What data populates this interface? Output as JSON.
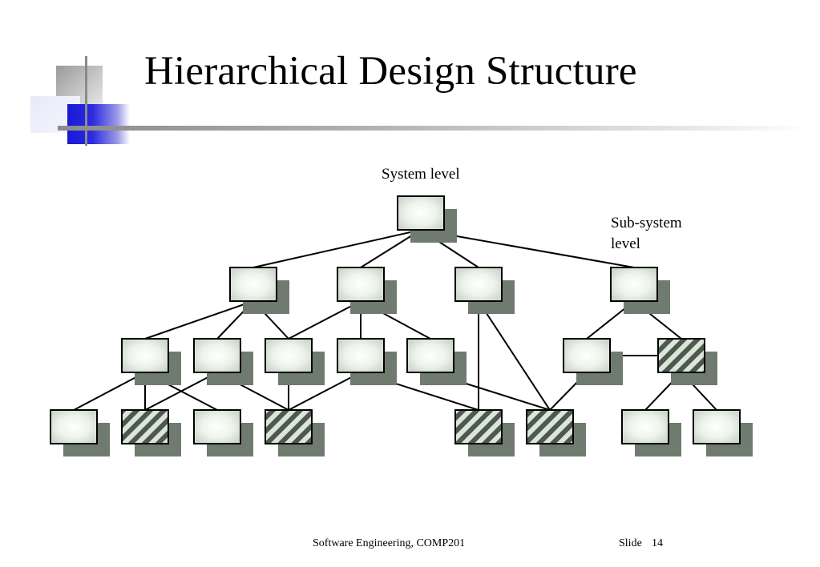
{
  "slide": {
    "title": "Hierarchical Design Structure"
  },
  "diagram": {
    "system_label": "System level",
    "subsystem_label_line1": "Sub-system",
    "subsystem_label_line2": "level",
    "box_fill_types": {
      "plain": "gradient-white",
      "hatched": "diagonal-stripes"
    },
    "levels": [
      {
        "name": "level-0",
        "boxes": [
          {
            "type": "plain"
          }
        ]
      },
      {
        "name": "level-1",
        "boxes": [
          {
            "type": "plain"
          },
          {
            "type": "plain"
          },
          {
            "type": "plain"
          },
          {
            "type": "plain"
          }
        ]
      },
      {
        "name": "level-2",
        "boxes": [
          {
            "type": "plain"
          },
          {
            "type": "plain"
          },
          {
            "type": "plain"
          },
          {
            "type": "plain"
          },
          {
            "type": "plain"
          },
          {
            "type": "plain"
          },
          {
            "type": "hatched"
          }
        ]
      },
      {
        "name": "level-3",
        "boxes": [
          {
            "type": "plain"
          },
          {
            "type": "hatched"
          },
          {
            "type": "plain"
          },
          {
            "type": "hatched"
          },
          {
            "type": "hatched"
          },
          {
            "type": "hatched"
          },
          {
            "type": "plain"
          },
          {
            "type": "plain"
          }
        ]
      }
    ]
  },
  "footer": {
    "course": "Software Engineering, COMP201",
    "slide_label": "Slide",
    "slide_number": "14"
  },
  "colors": {
    "accent_blue": "#1a1ad6",
    "shadow": "#6f7b6f",
    "box_border": "#000000",
    "box_fill": "#eef3ec",
    "hatch_light": "#dde3dd",
    "hatch_dark": "#4c5a4c"
  }
}
